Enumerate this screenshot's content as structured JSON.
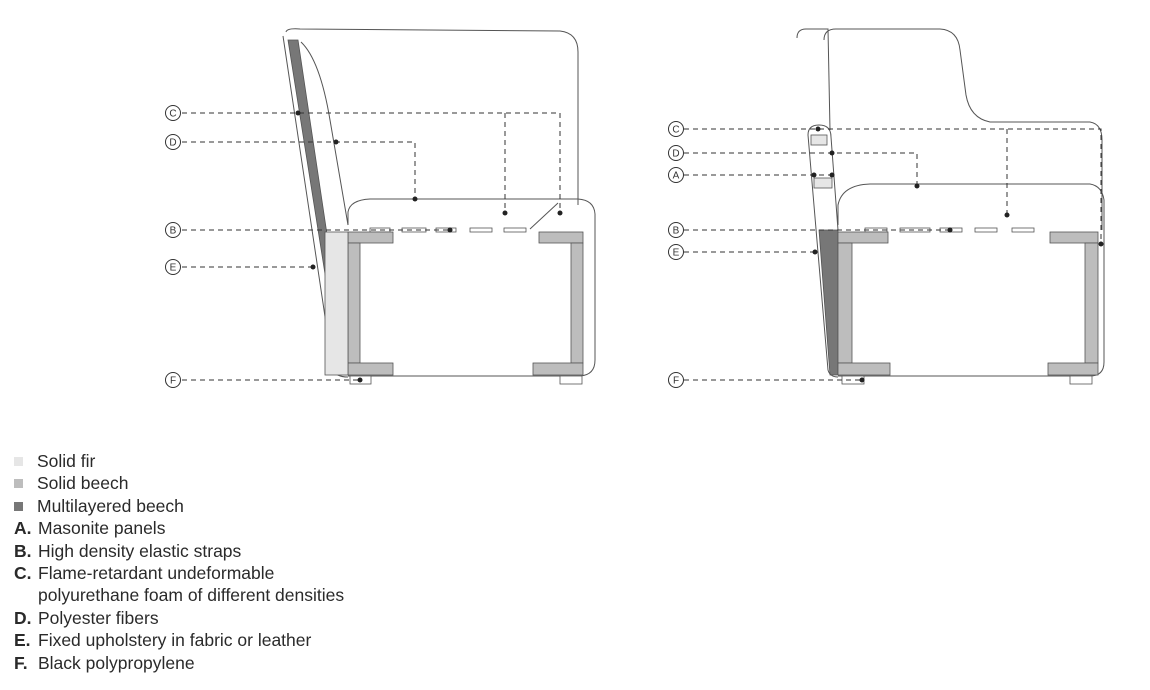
{
  "callouts": {
    "a": "A",
    "b": "B",
    "c": "C",
    "d": "D",
    "e": "E",
    "f": "F"
  },
  "colors": {
    "solid_fir": "#e6e6e6",
    "solid_beech": "#bdbdbd",
    "multilayered_beech": "#777777",
    "outline": "#555555"
  },
  "legend": {
    "materials": [
      {
        "label": "Solid fir"
      },
      {
        "label": "Solid beech"
      },
      {
        "label": "Multilayered beech"
      }
    ],
    "parts": [
      {
        "letter": "A.",
        "text": "Masonite panels"
      },
      {
        "letter": "B.",
        "text": "High density elastic straps"
      },
      {
        "letter": "C.",
        "text": "Flame-retardant undeformable"
      },
      {
        "letter": "D.",
        "text": "Polyester fibers"
      },
      {
        "letter": "E.",
        "text": "Fixed upholstery in fabric or leather"
      },
      {
        "letter": "F.",
        "text": "Black polypropylene"
      }
    ],
    "part_c_continuation": "polyurethane foam of different densities"
  }
}
